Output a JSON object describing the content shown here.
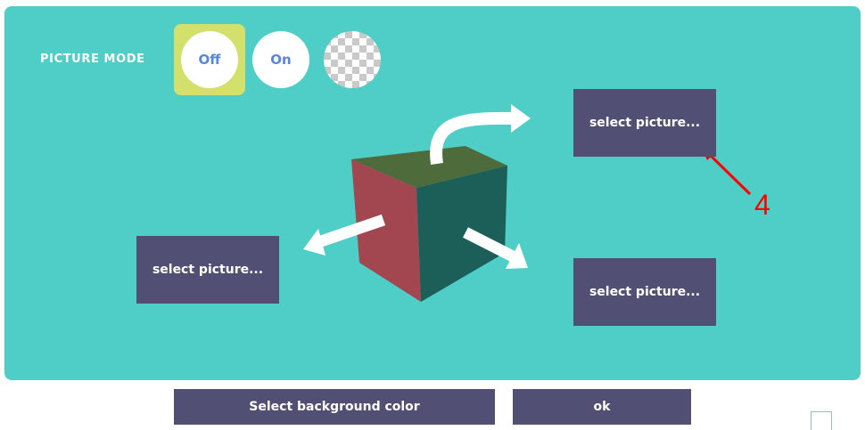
{
  "picture_mode": {
    "label": "PICTURE MODE",
    "selected": "off",
    "options": [
      {
        "id": "off",
        "label": "Off"
      },
      {
        "id": "on",
        "label": "On"
      },
      {
        "id": "transparent",
        "label": ""
      }
    ]
  },
  "picture_buttons": {
    "top": "select picture...",
    "left": "select picture...",
    "right": "select picture..."
  },
  "footer": {
    "background_button": "Select background color",
    "ok_button": "ok"
  },
  "annotation": {
    "number": "4"
  },
  "colors": {
    "panel": "#4ecec6",
    "selected_highlight": "#d3e06b",
    "button": "#514f73",
    "annotation": "#ff0000",
    "cube_top": "#4d6b3b",
    "cube_left": "#a2474f",
    "cube_right": "#1c5e58"
  }
}
